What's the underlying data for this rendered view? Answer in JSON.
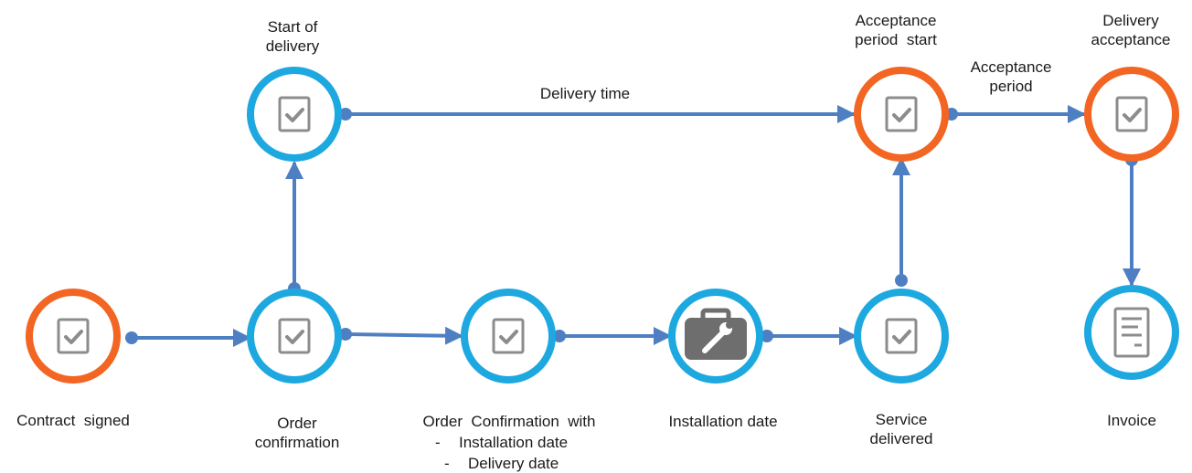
{
  "colors": {
    "blue_ring": "#1EA8E0",
    "orange_ring": "#F26522",
    "arrow": "#4F7FC3",
    "icon_gray": "#8C8C8C",
    "icon_dark": "#6E6E6E"
  },
  "nodes": [
    {
      "id": "contract-signed",
      "ring": "orange",
      "icon": "checkbox-icon",
      "label": "Contract  signed"
    },
    {
      "id": "order-confirmation",
      "ring": "blue",
      "icon": "checkbox-icon",
      "label": "Order\nconfirmation"
    },
    {
      "id": "order-confirmation-with",
      "ring": "blue",
      "icon": "checkbox-icon",
      "label": "Order  Confirmation  with",
      "sub_items": [
        "Installation date",
        "Delivery date"
      ]
    },
    {
      "id": "installation-date",
      "ring": "blue",
      "icon": "toolbox-wrench-icon",
      "label": "Installation date"
    },
    {
      "id": "service-delivered",
      "ring": "blue",
      "icon": "checkbox-icon",
      "label": "Service\ndelivered"
    },
    {
      "id": "start-of-delivery",
      "ring": "blue",
      "icon": "checkbox-icon",
      "label": "Start of\ndelivery"
    },
    {
      "id": "acceptance-period-start",
      "ring": "orange",
      "icon": "checkbox-icon",
      "label": "Acceptance\nperiod  start"
    },
    {
      "id": "delivery-acceptance",
      "ring": "orange",
      "icon": "checkbox-icon",
      "label": "Delivery\nacceptance"
    },
    {
      "id": "invoice",
      "ring": "blue",
      "icon": "invoice-icon",
      "label": "Invoice"
    }
  ],
  "edge_labels": {
    "delivery_time": "Delivery time",
    "acceptance_period": "Acceptance\nperiod"
  },
  "sub_item_marker": "-"
}
